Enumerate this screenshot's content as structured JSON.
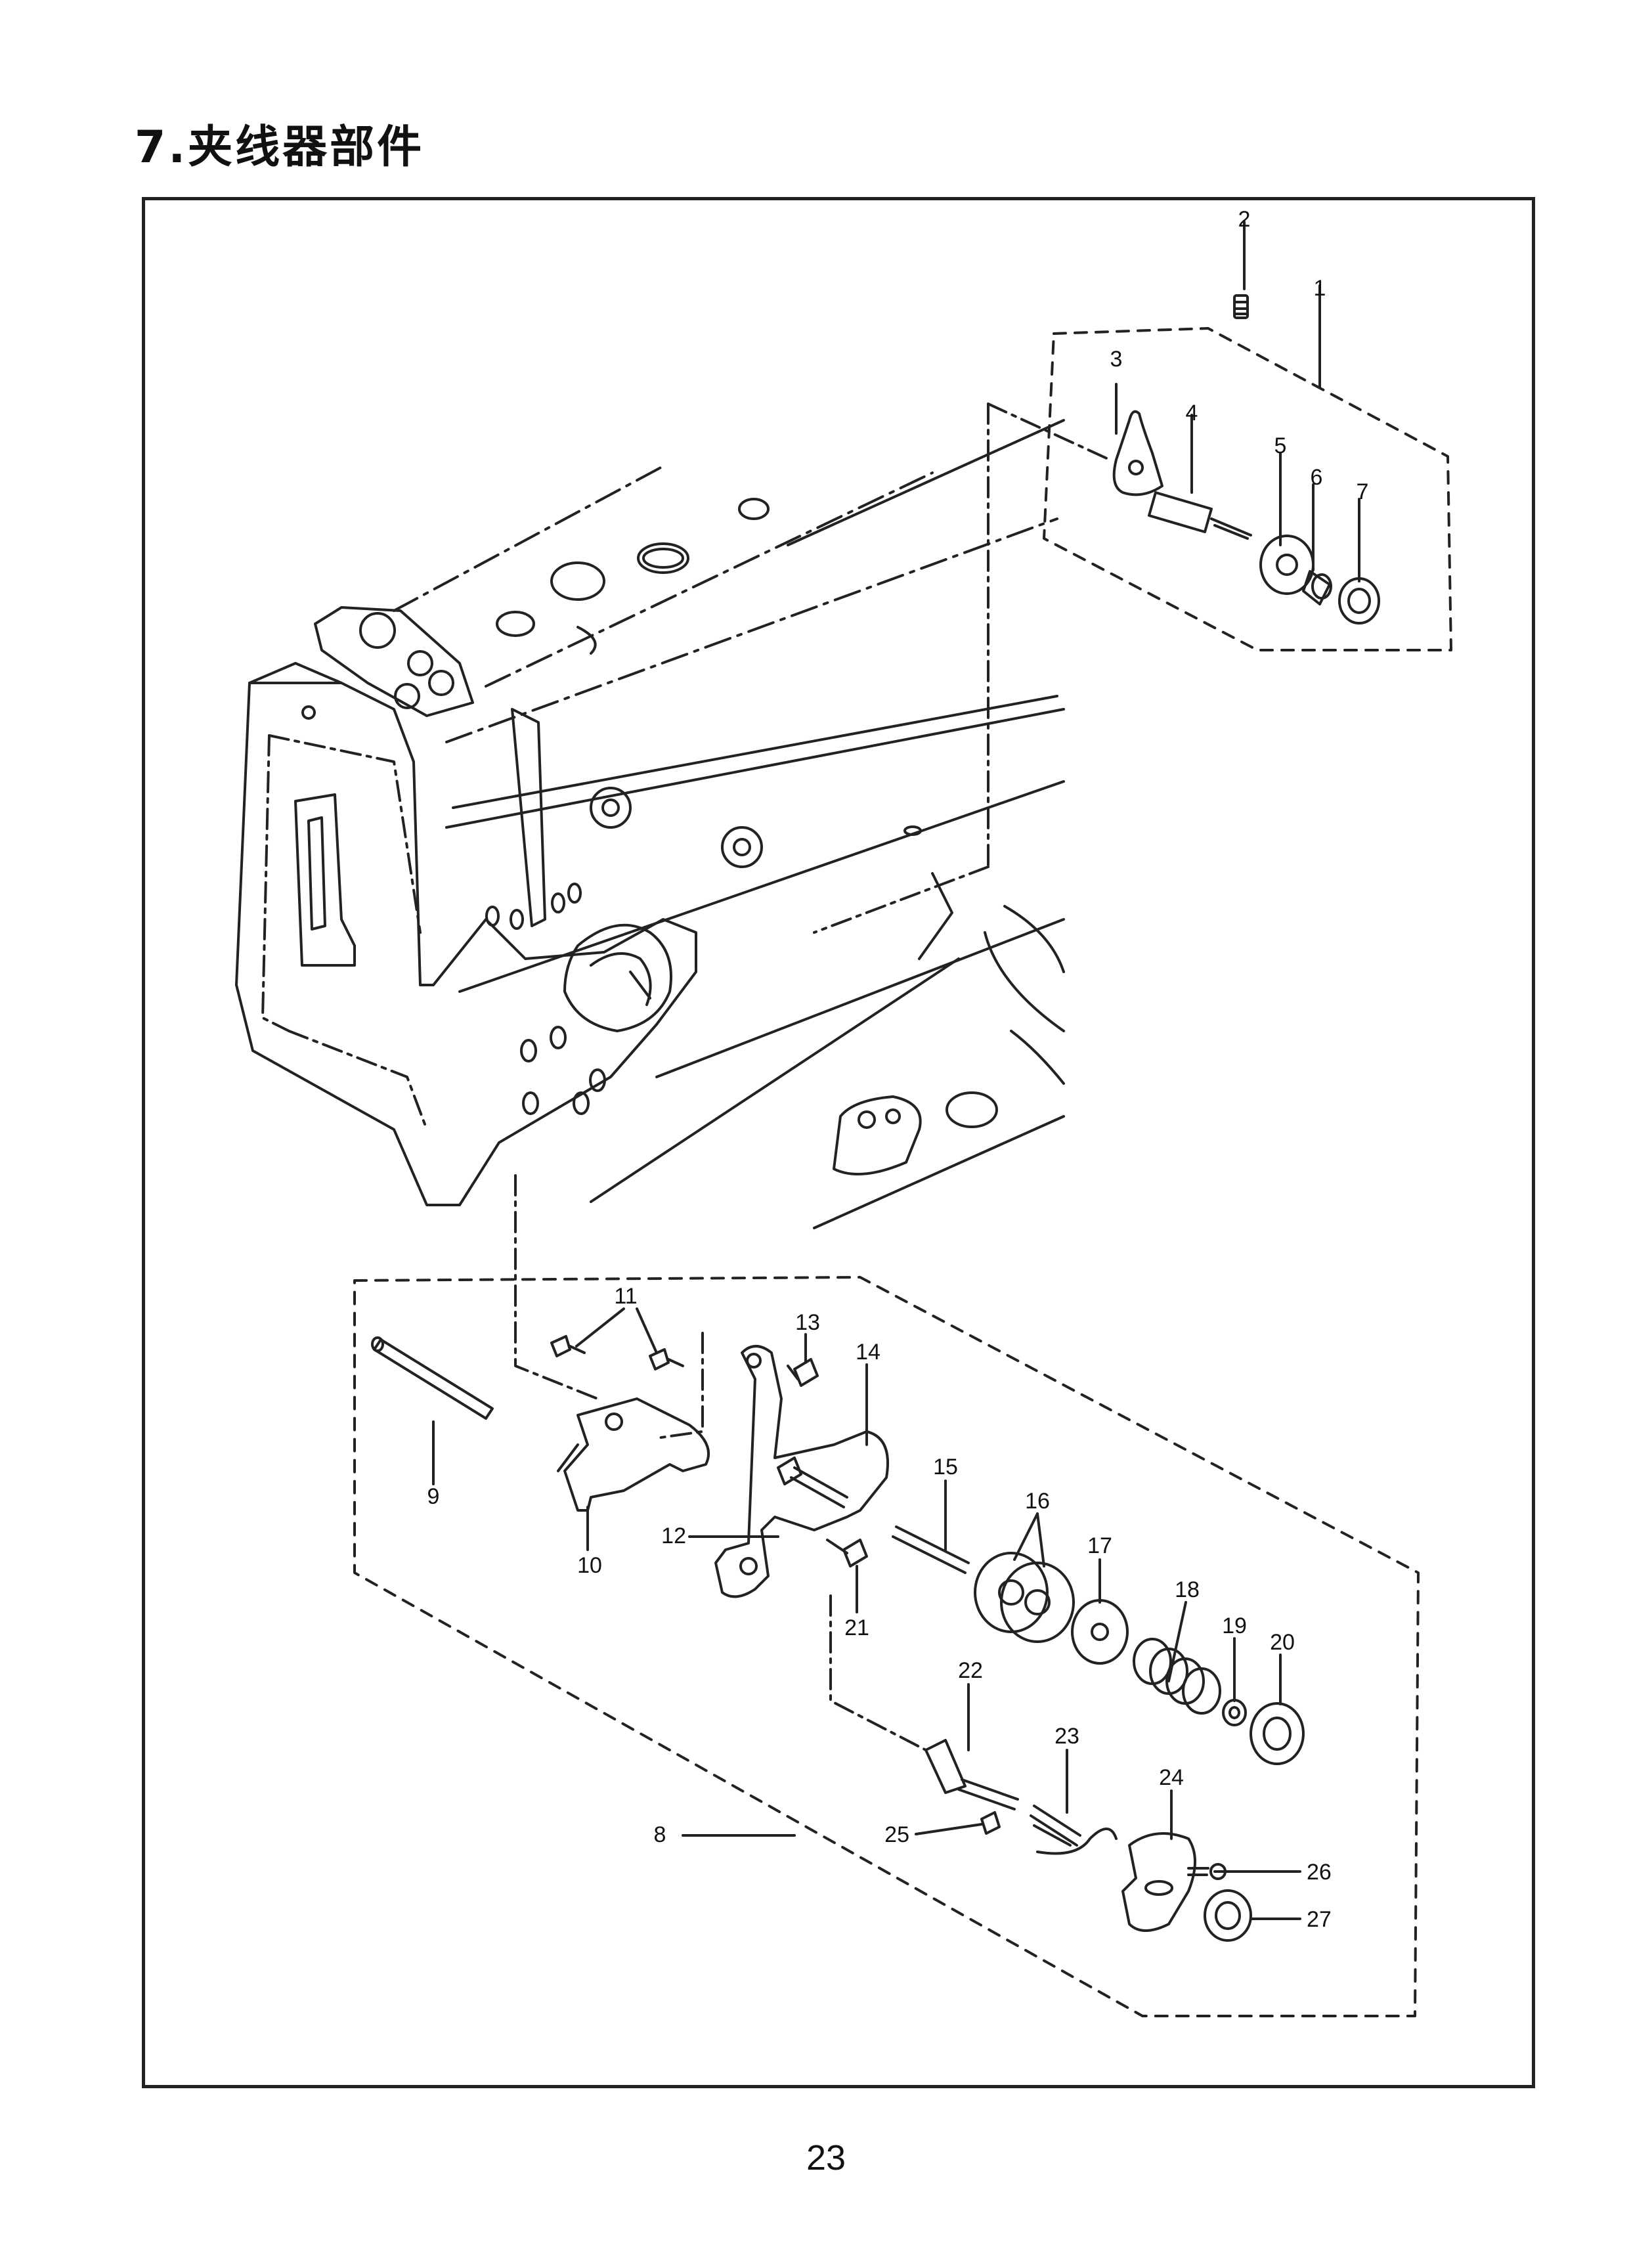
{
  "title": "7.夹线器部件",
  "page_number": "23",
  "callouts": [
    "1",
    "2",
    "3",
    "4",
    "5",
    "6",
    "7",
    "8",
    "9",
    "10",
    "11",
    "12",
    "13",
    "14",
    "15",
    "16",
    "17",
    "18",
    "19",
    "20",
    "21",
    "22",
    "23",
    "24",
    "25",
    "26",
    "27"
  ]
}
